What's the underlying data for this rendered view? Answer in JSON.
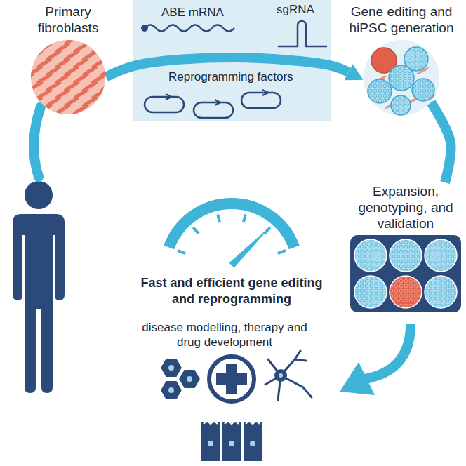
{
  "diagram": {
    "nodes": [
      {
        "text": [
          "Primary fibroblasts"
        ]
      },
      {
        "text": [
          "ABE mRNA",
          "sgRNA",
          "Reprogramming factors"
        ]
      },
      {
        "text": [
          "Gene editing and hiPSC generation"
        ]
      },
      {
        "text": [
          "Expansion, genotyping, and validation"
        ]
      }
    ],
    "edges": [
      {
        "from": 0,
        "to": 2,
        "arrow": "to"
      },
      {
        "from": 2,
        "to": 3,
        "arrow": "none"
      }
    ],
    "labels": [
      "Fast and efficient gene editing and reprogramming",
      "disease modelling, therapy and drug development"
    ]
  }
}
